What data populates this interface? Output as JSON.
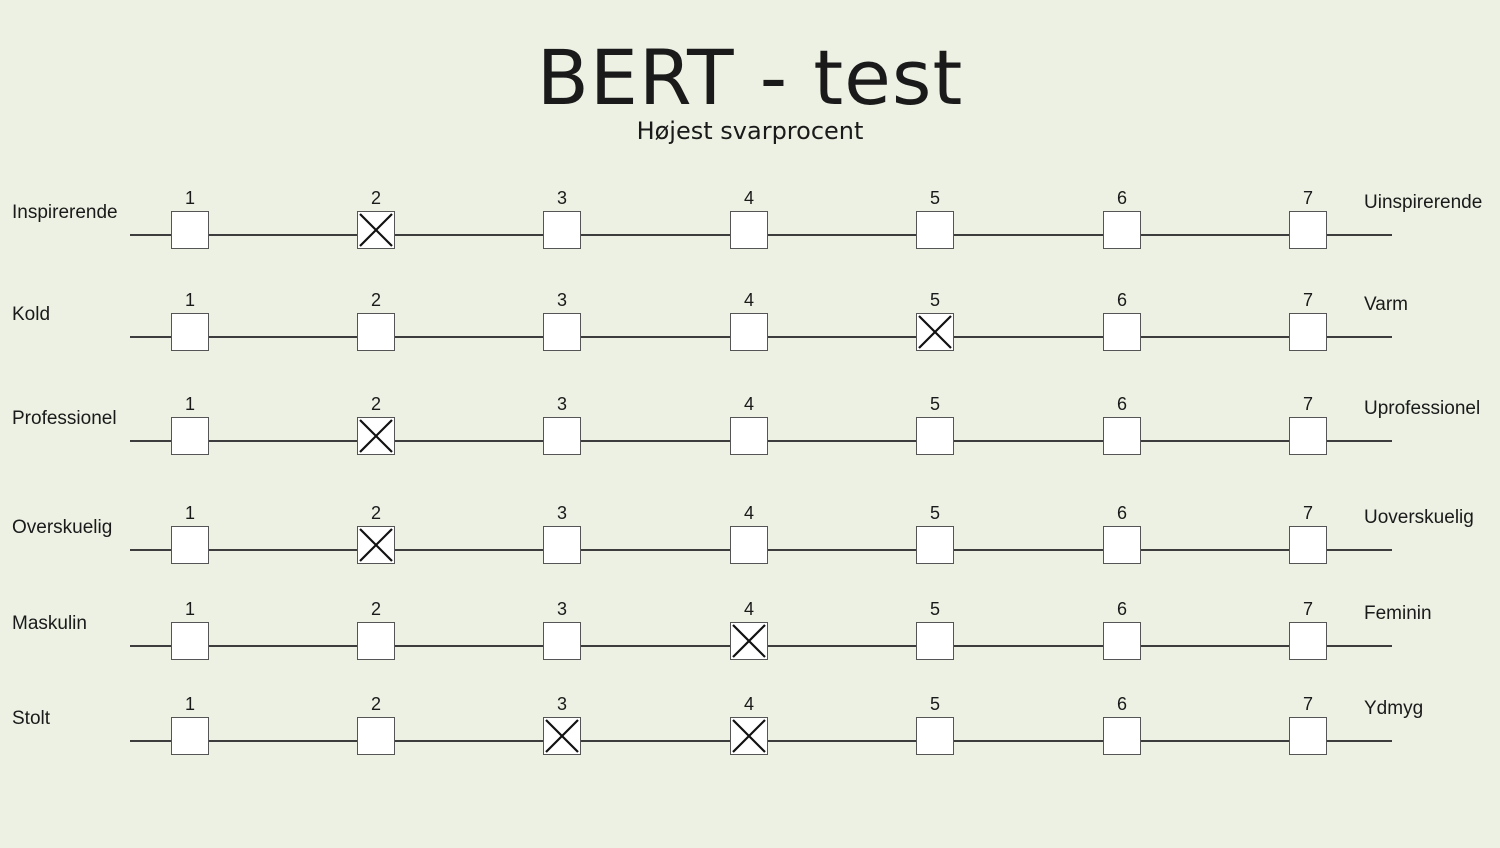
{
  "title": "BERT - test",
  "subtitle": "Højest svarprocent",
  "scale_numbers": [
    "1",
    "2",
    "3",
    "4",
    "5",
    "6",
    "7"
  ],
  "rows": [
    {
      "left": "Inspirerende",
      "right": "Uinspirerende",
      "marked": [
        2
      ]
    },
    {
      "left": "Kold",
      "right": "Varm",
      "marked": [
        5
      ]
    },
    {
      "left": "Professionel",
      "right": "Uprofessionel",
      "marked": [
        2
      ]
    },
    {
      "left": "Overskuelig",
      "right": "Uoverskuelig",
      "marked": [
        2
      ]
    },
    {
      "left": "Maskulin",
      "right": "Feminin",
      "marked": [
        4
      ]
    },
    {
      "left": "Stolt",
      "right": "Ydmyg",
      "marked": [
        3,
        4
      ]
    }
  ],
  "colors": {
    "background": "#ecf1e3",
    "box_fill": "#ffffff",
    "line": "#3d3d3d",
    "mark": "#111111"
  },
  "icons": {
    "mark": "x-mark-icon"
  }
}
